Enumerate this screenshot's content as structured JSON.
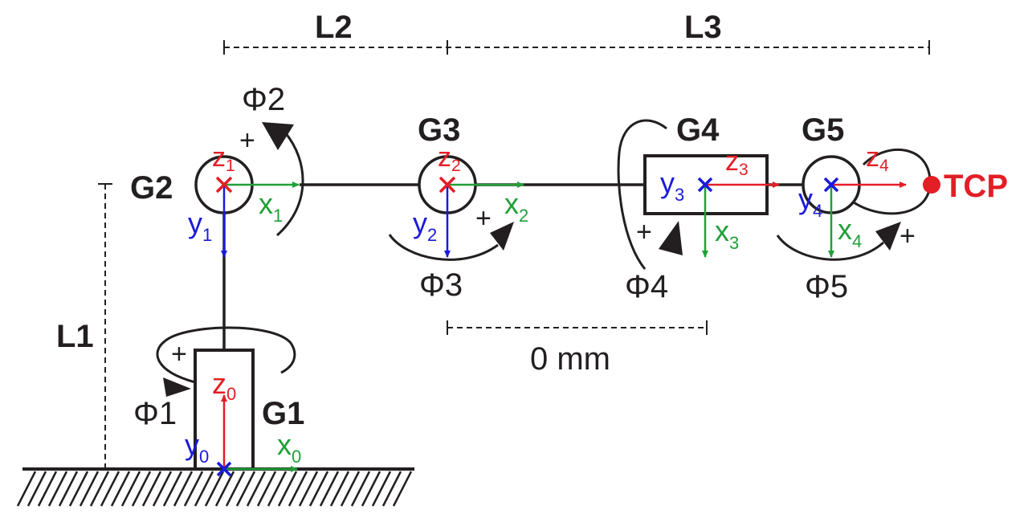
{
  "colors": {
    "ink": "#231f20",
    "z_axis": "#e41e26",
    "x_axis": "#21a038",
    "y_axis": "#1a1adb",
    "tcp": "#e41e26"
  },
  "dimensions": {
    "l1": "L1",
    "l2": "L2",
    "l3": "L3",
    "scale_label": "0 mm"
  },
  "joints": {
    "g1": "G1",
    "g2": "G2",
    "g3": "G3",
    "g4": "G4",
    "g5": "G5"
  },
  "angles": {
    "phi": "Φ",
    "phi1": "1",
    "phi2": "2",
    "phi3": "3",
    "phi4": "4",
    "phi5": "5",
    "plus": "+"
  },
  "axes": {
    "x": "x",
    "y": "y",
    "z": "z",
    "sub0": "0",
    "sub1": "1",
    "sub2": "2",
    "sub3": "3",
    "sub4": "4"
  },
  "tcp": "TCP"
}
